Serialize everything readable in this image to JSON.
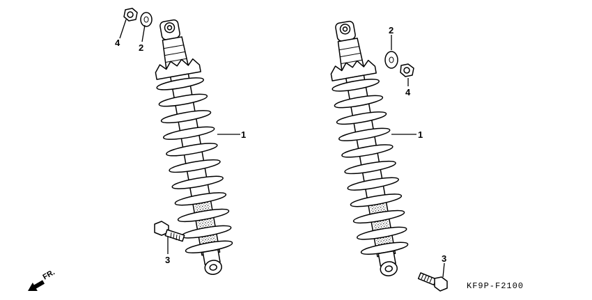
{
  "callouts": {
    "left": {
      "shock": "1",
      "washer": "2",
      "bolt": "3",
      "nut": "4"
    },
    "right": {
      "shock": "1",
      "washer": "2",
      "bolt": "3",
      "nut": "4"
    }
  },
  "diagram_code": "KF9P-F2100",
  "direction_label": "FR."
}
